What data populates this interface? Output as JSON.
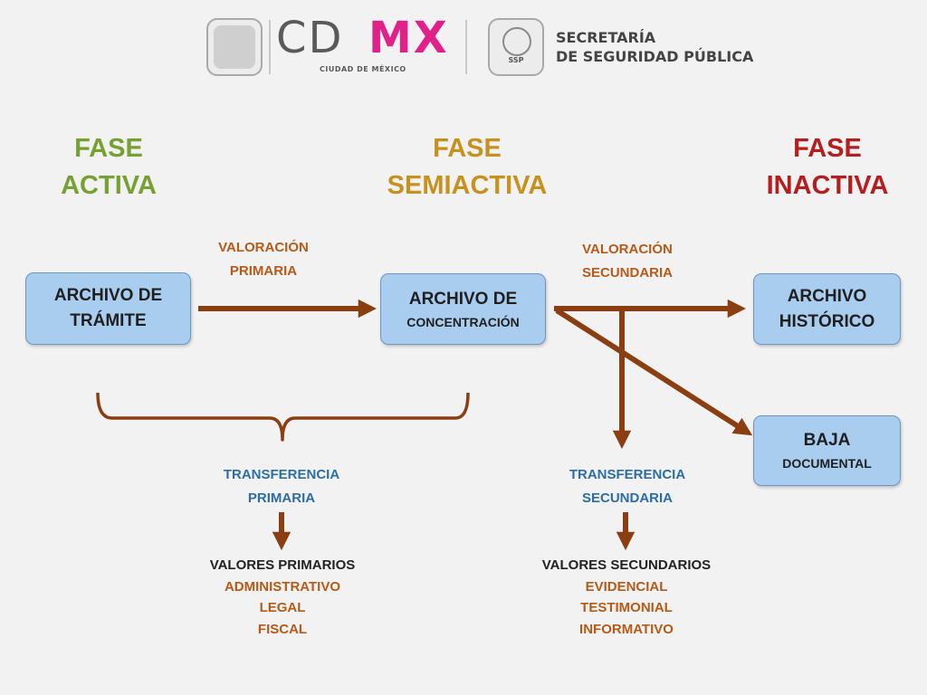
{
  "header": {
    "cdmx_logo_left": "CD",
    "cdmx_logo_right": "MX",
    "cdmx_subtitle": "CIUDAD DE MÉXICO",
    "ssp_badge": "SSP",
    "ssp_title_line1": "SECRETARÍA",
    "ssp_title_line2": "DE SEGURIDAD PÚBLICA"
  },
  "phases": [
    {
      "line1": "FASE",
      "line2": "ACTIVA",
      "color": "#77a032"
    },
    {
      "line1": "FASE",
      "line2": "SEMIACTIVA",
      "color": "#c7911f"
    },
    {
      "line1": "FASE",
      "line2": "INACTIVA",
      "color": "#b41e1e"
    }
  ],
  "nodes": {
    "tramite": {
      "line1": "ARCHIVO DE",
      "line2": "TRÁMITE"
    },
    "concentracion": {
      "line1": "ARCHIVO DE",
      "line2": "CONCENTRACIÓN"
    },
    "historico": {
      "line1": "ARCHIVO",
      "line2": "HISTÓRICO"
    },
    "baja": {
      "line1": "BAJA",
      "line2": "DOCUMENTAL"
    }
  },
  "valoracion_primaria": {
    "line1": "VALORACIÓN",
    "line2": "PRIMARIA"
  },
  "valoracion_secundaria": {
    "line1": "VALORACIÓN",
    "line2": "SECUNDARIA"
  },
  "transferencia_primaria": {
    "line1": "TRANSFERENCIA",
    "line2": "PRIMARIA"
  },
  "transferencia_secundaria": {
    "line1": "TRANSFERENCIA",
    "line2": "SECUNDARIA"
  },
  "valores_primarios": {
    "title": "VALORES PRIMARIOS",
    "items": [
      "ADMINISTRATIVO",
      "LEGAL",
      "FISCAL"
    ]
  },
  "valores_secundarios": {
    "title": "VALORES SECUNDARIOS",
    "items": [
      "EVIDENCIAL",
      "TESTIMONIAL",
      "INFORMATIVO"
    ]
  },
  "colors": {
    "arrow": "#8b3e12",
    "node_fill": "#a9cdef",
    "label_brown": "#b65a17",
    "label_blue": "#2b6da8"
  }
}
